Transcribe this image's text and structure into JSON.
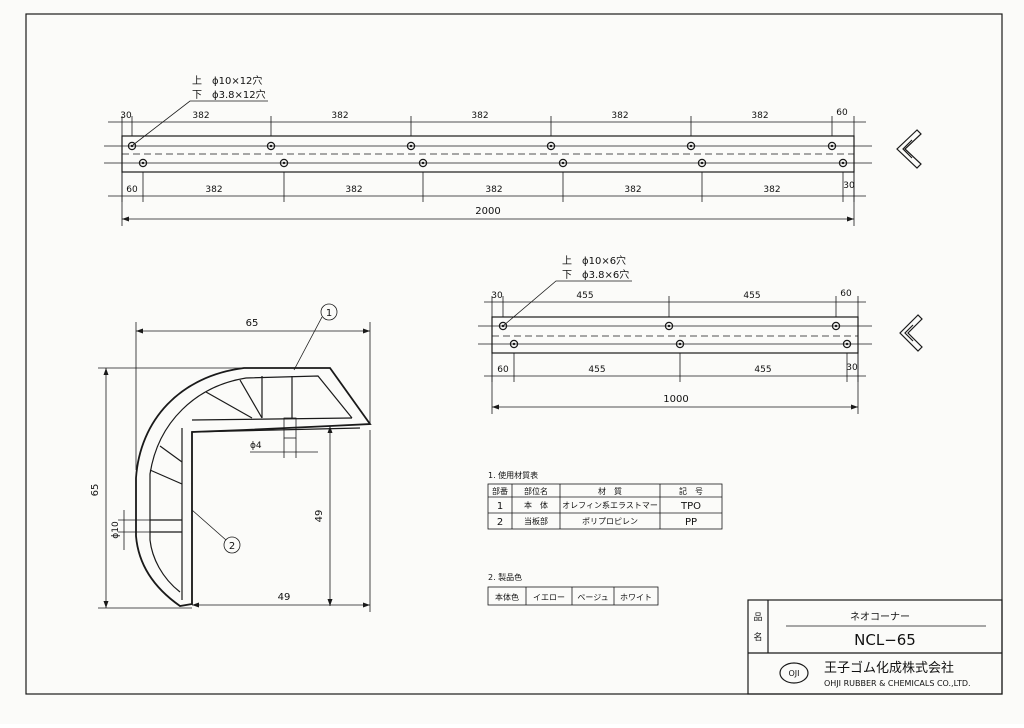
{
  "strip_long": {
    "holes_top": "上　ϕ10×12穴",
    "holes_bottom": "下　ϕ3.8×12穴",
    "top_dims": [
      "30",
      "382",
      "382",
      "382",
      "382",
      "382",
      "60"
    ],
    "bottom_dims": [
      "60",
      "382",
      "382",
      "382",
      "382",
      "382",
      "30"
    ],
    "total": "2000"
  },
  "strip_short": {
    "holes_top": "上　ϕ10×6穴",
    "holes_bottom": "下　ϕ3.8×6穴",
    "top_dims": [
      "30",
      "455",
      "455",
      "60"
    ],
    "bottom_dims": [
      "60",
      "455",
      "455",
      "30"
    ],
    "total": "1000"
  },
  "section": {
    "dim_width": "65",
    "dim_height": "65",
    "dim_inner_h": "49",
    "dim_inner_w": "49",
    "dim_phi4": "ϕ4",
    "dim_phi10": "ϕ10",
    "callout_1": "1",
    "callout_2": "2"
  },
  "materials": {
    "title": "1. 使用材質表",
    "headers": [
      "部番",
      "部位名",
      "材　質",
      "記　号"
    ],
    "rows": [
      [
        "1",
        "本　体",
        "オレフィン系エラストマー",
        "TPO"
      ],
      [
        "2",
        "当板部",
        "ポリプロピレン",
        "PP"
      ]
    ]
  },
  "colors": {
    "title": "2. 製品色",
    "cells": [
      "本体色",
      "イエロー",
      "ベージュ",
      "ホワイト"
    ]
  },
  "titleblock": {
    "label_top": "品",
    "label_bottom": "名",
    "product_name": "ネオコーナー",
    "product_code": "NCL−65",
    "logo_mark": "OJI",
    "company_jp": "王子ゴム化成株式会社",
    "company_en": "OHJI RUBBER & CHEMICALS CO.,LTD."
  }
}
